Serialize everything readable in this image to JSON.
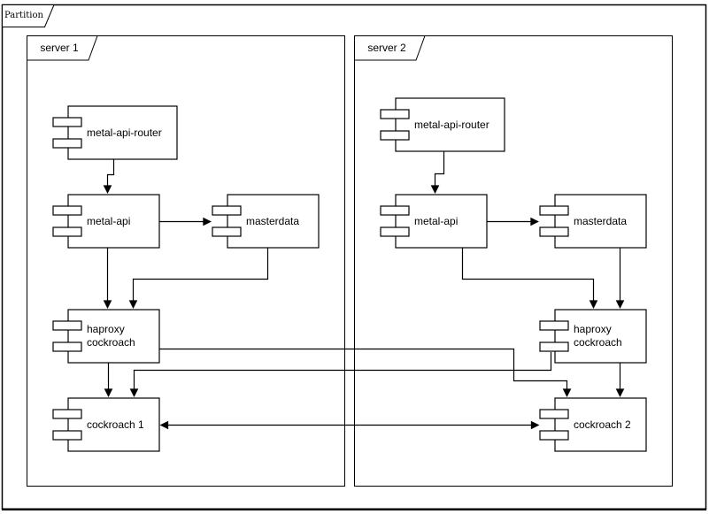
{
  "colors": {
    "stroke": "#000000",
    "background": "#ffffff",
    "text": "#000000"
  },
  "diagram": {
    "type": "uml-component-diagram",
    "partition": {
      "label": "Partition"
    },
    "servers": [
      {
        "label": "server 1",
        "components": [
          {
            "label": "metal-api-router"
          },
          {
            "label": "metal-api"
          },
          {
            "label": "masterdata"
          },
          {
            "label": "haproxy\ncockroach"
          },
          {
            "label": "cockroach 1"
          }
        ]
      },
      {
        "label": "server 2",
        "components": [
          {
            "label": "metal-api-router"
          },
          {
            "label": "metal-api"
          },
          {
            "label": "masterdata"
          },
          {
            "label": "haproxy\ncockroach"
          },
          {
            "label": "cockroach 2"
          }
        ]
      }
    ],
    "connections": [
      {
        "from": "server 1 / metal-api-router",
        "to": "server 1 / metal-api",
        "arrow": "single"
      },
      {
        "from": "server 1 / metal-api",
        "to": "server 1 / masterdata",
        "arrow": "single"
      },
      {
        "from": "server 1 / metal-api",
        "to": "server 1 / haproxy cockroach",
        "arrow": "single"
      },
      {
        "from": "server 1 / masterdata",
        "to": "server 1 / haproxy cockroach",
        "arrow": "single"
      },
      {
        "from": "server 1 / haproxy cockroach",
        "to": "server 1 / cockroach 1",
        "arrow": "single"
      },
      {
        "from": "server 1 / haproxy cockroach",
        "to": "server 2 / cockroach 2",
        "arrow": "single"
      },
      {
        "from": "server 2 / metal-api-router",
        "to": "server 2 / metal-api",
        "arrow": "single"
      },
      {
        "from": "server 2 / metal-api",
        "to": "server 2 / masterdata",
        "arrow": "single"
      },
      {
        "from": "server 2 / metal-api",
        "to": "server 2 / haproxy cockroach",
        "arrow": "single"
      },
      {
        "from": "server 2 / masterdata",
        "to": "server 2 / haproxy cockroach",
        "arrow": "single"
      },
      {
        "from": "server 2 / haproxy cockroach",
        "to": "server 2 / cockroach 2",
        "arrow": "single"
      },
      {
        "from": "server 2 / haproxy cockroach",
        "to": "server 1 / cockroach 1",
        "arrow": "single"
      },
      {
        "from": "server 1 / cockroach 1",
        "to": "server 2 / cockroach 2",
        "arrow": "double"
      }
    ]
  }
}
